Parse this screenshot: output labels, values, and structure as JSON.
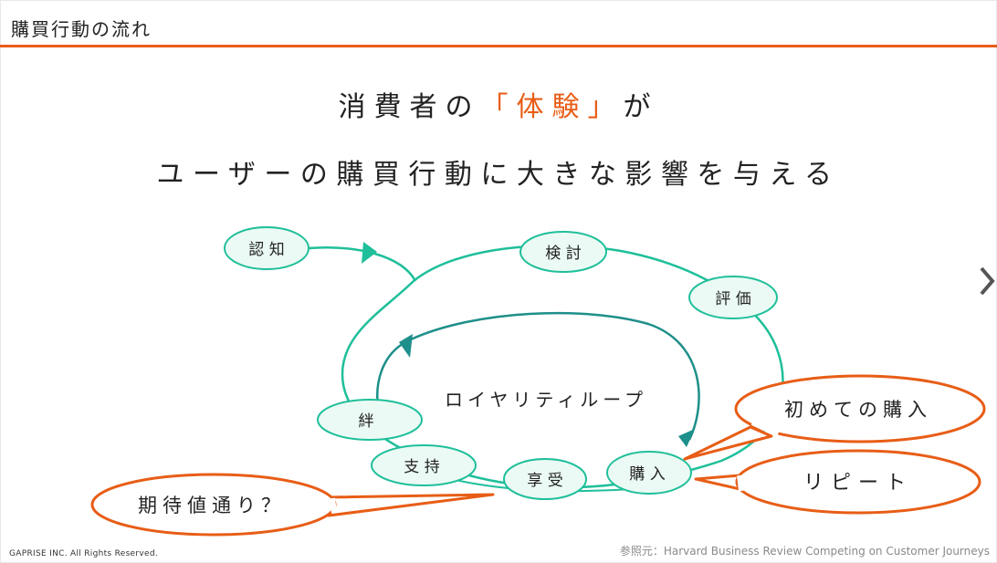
{
  "slide": {
    "title": "購買行動の流れ"
  },
  "headline": {
    "line1_before": "消費者の",
    "line1_accent": "「体験」",
    "line1_after": "が",
    "line2": "ユーザーの購買行動に大きな影響を与える"
  },
  "diagram": {
    "nodes": {
      "awareness": "認 知",
      "consideration": "検 討",
      "evaluation": "評 価",
      "bond": "絆",
      "advocacy": "支 持",
      "enjoyment": "享 受",
      "purchase": "購 入"
    },
    "loop_label": "ロイヤリティループ",
    "callouts": {
      "first_purchase": "初めての購入",
      "repeat": "リピート",
      "expectation": "期待値通り？"
    }
  },
  "colors": {
    "accent": "#e85d16",
    "teal": "#1fbf9a",
    "dark_teal": "#1e8f8a",
    "node_fill": "#ebfaf4"
  },
  "icons": {
    "next": "chevron-right-icon"
  },
  "footer": {
    "copyright": "GAPRISE INC. All Rights Reserved.",
    "reference": "参照元：Harvard Business Review Competing on Customer Journeys"
  }
}
